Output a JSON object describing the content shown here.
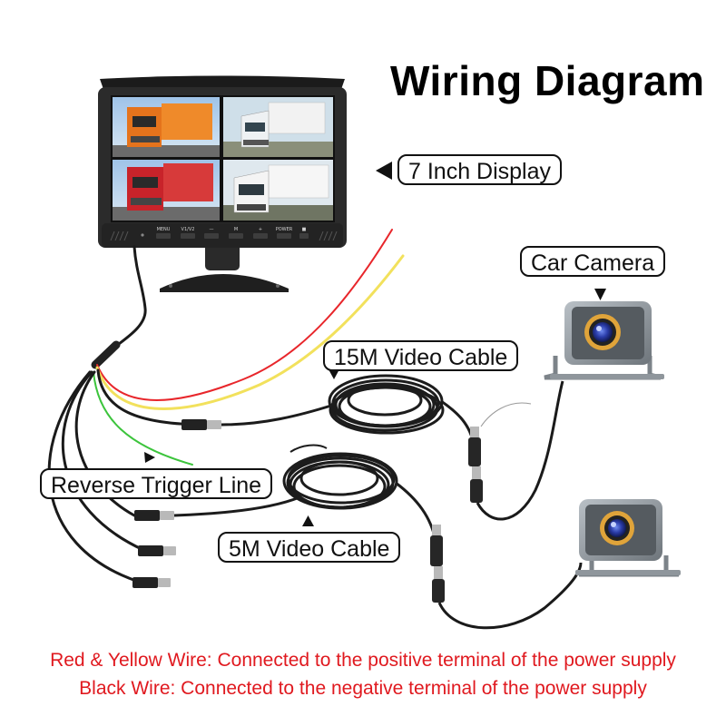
{
  "title": "Wiring Diagram",
  "labels": {
    "display": "7 Inch Display",
    "camera": "Car Camera",
    "cable15": "15M Video Cable",
    "trigger": "Reverse Trigger Line",
    "cable5": "5M Video Cable"
  },
  "monitor_buttons": [
    "MENU",
    "V1/V2",
    "—",
    "M",
    "+",
    "POWER",
    "■"
  ],
  "notes": {
    "red_yellow": "Red & Yellow Wire: Connected to the positive terminal of the power supply",
    "black": "Black Wire: Connected to the negative terminal of the power supply"
  },
  "colors": {
    "note_text": "#e0191f",
    "red_wire": "#e8262b",
    "yellow_wire": "#f2e15c",
    "green_wire": "#3cc43c",
    "black_wire": "#1a1a1a",
    "monitor_body": "#2b2b2b",
    "camera_body": "#8f969c",
    "lens_blue": "#2a3ca8",
    "lens_ring": "#e0a43a"
  }
}
